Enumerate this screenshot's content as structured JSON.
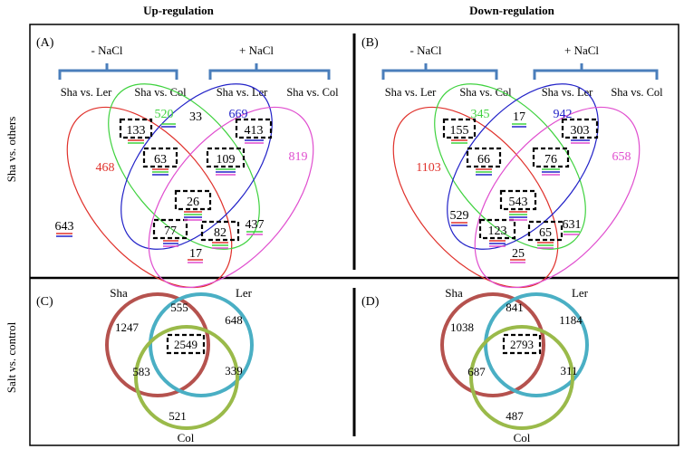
{
  "headers": {
    "up": "Up-regulation",
    "down": "Down-regulation",
    "row_top": "Sha  vs. others",
    "row_bottom": "Salt vs. control"
  },
  "panels": {
    "A": {
      "label": "(A)",
      "minus_nacl": "-  NaCl",
      "plus_nacl": "+ NaCl",
      "comparisons": [
        "Sha vs. Ler",
        "Sha vs. Col",
        "Sha vs. Ler",
        "Sha vs. Col"
      ],
      "regions": {
        "red_only": "468",
        "green_only": "520",
        "blue_only": "669",
        "magenta_only": "819",
        "red_green": "133",
        "green_blue": "33",
        "blue_magenta": "413",
        "red_green_blue": "63",
        "green_blue_magenta": "109",
        "all_four": "26",
        "red_blue": "643",
        "green_magenta": "437",
        "red_blue_magenta": "77",
        "red_green_magenta": "82",
        "red_magenta": "17"
      }
    },
    "B": {
      "label": "(B)",
      "minus_nacl": "-  NaCl",
      "plus_nacl": "+ NaCl",
      "comparisons": [
        "Sha vs. Ler",
        "Sha vs. Col",
        "Sha vs. Ler",
        "Sha vs. Col"
      ],
      "regions": {
        "red_only": "1103",
        "green_only": "345",
        "blue_only": "942",
        "magenta_only": "658",
        "red_green": "155",
        "green_blue": "17",
        "blue_magenta": "303",
        "red_green_blue": "66",
        "green_blue_magenta": "76",
        "all_four": "543",
        "red_blue": "529",
        "green_magenta": "631",
        "red_blue_magenta": "123",
        "red_green_magenta": "65",
        "red_magenta": "25"
      }
    },
    "C": {
      "label": "(C)",
      "set_labels": {
        "sha": "Sha",
        "ler": "Ler",
        "col": "Col"
      },
      "regions": {
        "sha_only": "1247",
        "sha_ler": "555",
        "ler_only": "648",
        "all_three": "2549",
        "sha_col": "583",
        "ler_col": "339",
        "col_only": "521"
      }
    },
    "D": {
      "label": "(D)",
      "set_labels": {
        "sha": "Sha",
        "ler": "Ler",
        "col": "Col"
      },
      "regions": {
        "sha_only": "1038",
        "sha_ler": "841",
        "ler_only": "1184",
        "all_three": "2793",
        "sha_col": "687",
        "ler_col": "311",
        "col_only": "487"
      }
    }
  },
  "colors": {
    "red": "#e0322c",
    "green": "#3fd23f",
    "blue": "#2222c8",
    "magenta": "#e04fcf",
    "brace": "#4a7ebb",
    "sha": "#b5524e",
    "ler": "#4aafc4",
    "col": "#9aba4a"
  }
}
